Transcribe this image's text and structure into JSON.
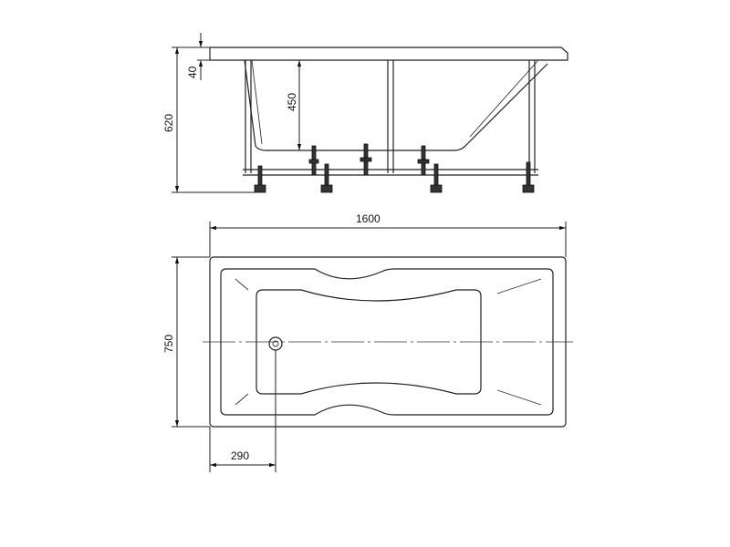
{
  "dimensions": {
    "rim_thickness": "40",
    "depth_inner": "450",
    "total_height": "620",
    "length": "1600",
    "width": "750",
    "drain_offset": "290"
  }
}
